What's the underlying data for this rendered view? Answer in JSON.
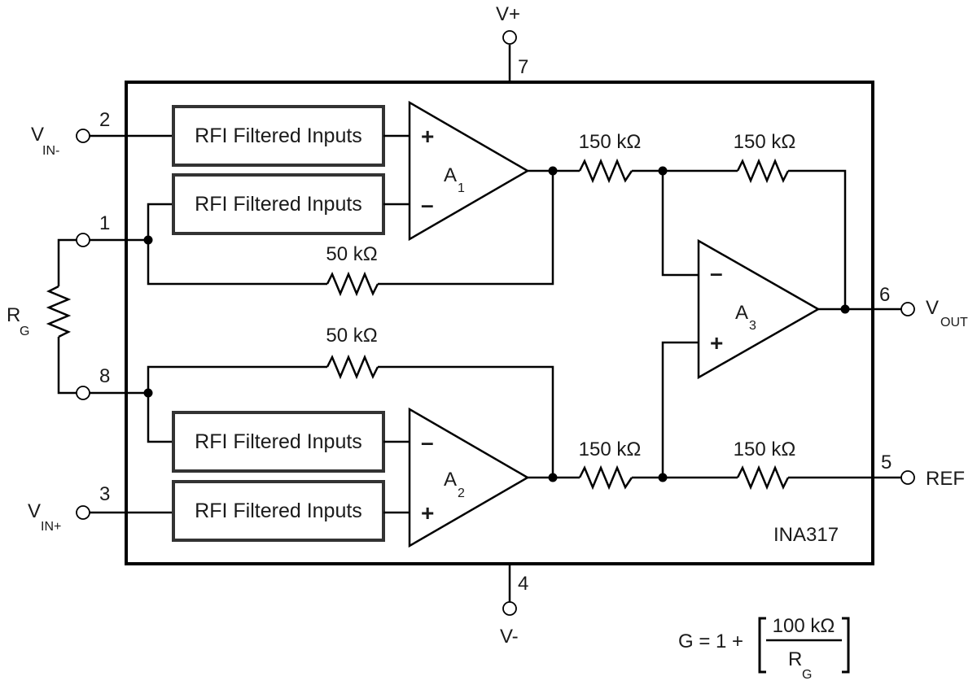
{
  "pins": {
    "vplus": {
      "name": "V+",
      "number": "7"
    },
    "vminus": {
      "name": "V-",
      "number": "4"
    },
    "vin_minus": {
      "name": "V",
      "sub": "IN-",
      "number": "2"
    },
    "vin_plus": {
      "name": "V",
      "sub": "IN+",
      "number": "3"
    },
    "rg_top": {
      "number": "1"
    },
    "rg_bottom": {
      "number": "8"
    },
    "vout": {
      "name": "V",
      "sub": "OUT",
      "number": "6"
    },
    "ref": {
      "name": "REF",
      "number": "5"
    }
  },
  "filters": [
    "RFI Filtered Inputs",
    "RFI Filtered Inputs",
    "RFI Filtered Inputs",
    "RFI Filtered Inputs"
  ],
  "amplifiers": {
    "a1": {
      "name": "A",
      "sub": "1"
    },
    "a2": {
      "name": "A",
      "sub": "2"
    },
    "a3": {
      "name": "A",
      "sub": "3"
    },
    "plus": "+",
    "minus": "–"
  },
  "resistors": {
    "feedback_top": "50 kΩ",
    "feedback_bottom": "50 kΩ",
    "r1": "150 kΩ",
    "r2": "150 kΩ",
    "r3": "150 kΩ",
    "r4": "150 kΩ",
    "rg": {
      "name": "R",
      "sub": "G"
    }
  },
  "part_number": "INA317",
  "gain_formula": {
    "lhs": "G = 1 +",
    "numerator": "100 kΩ",
    "denominator": {
      "name": "R",
      "sub": "G"
    }
  }
}
